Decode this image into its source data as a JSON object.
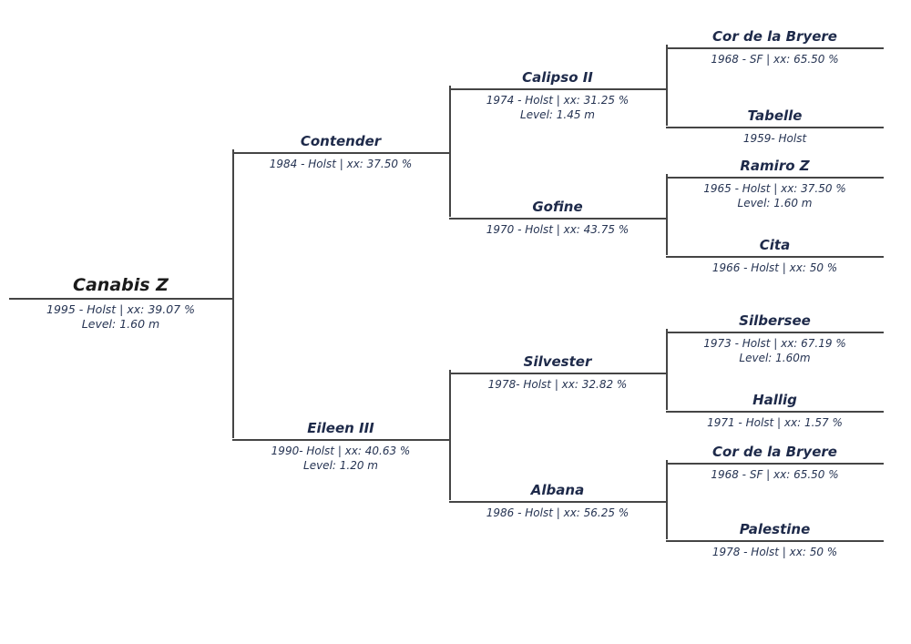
{
  "diagram": {
    "type": "pedigree-tree",
    "subject": "Canabis Z",
    "generations": 4,
    "colors": {
      "background": "#ffffff",
      "line": "#454545",
      "root_name": "#1b1b1b",
      "ancestor_name": "#1e2a4a",
      "details_text": "#263453"
    }
  },
  "nodes": [
    {
      "name": "Canabis Z",
      "generation": 1,
      "relation": "subject",
      "details": [
        "1995 -  Holst | xx: 39.07 %",
        "Level: 1.60 m"
      ]
    },
    {
      "name": "Contender",
      "generation": 2,
      "relation": "sire",
      "details": [
        "1984 - Holst | xx: 37.50 %"
      ]
    },
    {
      "name": "Eileen III",
      "generation": 2,
      "relation": "dam",
      "details": [
        "1990- Holst | xx: 40.63 %",
        "Level: 1.20 m"
      ]
    },
    {
      "name": "Calipso II",
      "generation": 3,
      "relation": "sire-of-sire",
      "details": [
        "1974 - Holst | xx: 31.25 %",
        "Level: 1.45 m"
      ]
    },
    {
      "name": "Gofine",
      "generation": 3,
      "relation": "dam-of-sire",
      "details": [
        "1970 - Holst | xx: 43.75 %"
      ]
    },
    {
      "name": "Silvester",
      "generation": 3,
      "relation": "sire-of-dam",
      "details": [
        "1978- Holst | xx: 32.82 %"
      ]
    },
    {
      "name": "Albana",
      "generation": 3,
      "relation": "dam-of-dam",
      "details": [
        "1986 - Holst | xx: 56.25 %"
      ]
    },
    {
      "name": "Cor de la Bryere",
      "generation": 4,
      "relation": "sire-of-sire-of-sire",
      "details": [
        "1968 - SF | xx: 65.50 %"
      ]
    },
    {
      "name": "Tabelle",
      "generation": 4,
      "relation": "dam-of-sire-of-sire",
      "details": [
        "1959- Holst"
      ]
    },
    {
      "name": "Ramiro Z",
      "generation": 4,
      "relation": "sire-of-dam-of-sire",
      "details": [
        "1965 - Holst | xx: 37.50 %",
        "Level: 1.60 m"
      ]
    },
    {
      "name": "Cita",
      "generation": 4,
      "relation": "dam-of-dam-of-sire",
      "details": [
        "1966 - Holst | xx: 50 %"
      ]
    },
    {
      "name": "Silbersee",
      "generation": 4,
      "relation": "sire-of-sire-of-dam",
      "details": [
        "1973 - Holst | xx: 67.19 %",
        "Level: 1.60m"
      ]
    },
    {
      "name": "Hallig",
      "generation": 4,
      "relation": "dam-of-sire-of-dam",
      "details": [
        "1971 - Holst | xx: 1.57 %"
      ]
    },
    {
      "name": "Cor de la Bryere",
      "generation": 4,
      "relation": "sire-of-dam-of-dam",
      "details": [
        "1968 - SF | xx: 65.50 %"
      ]
    },
    {
      "name": "Palestine",
      "generation": 4,
      "relation": "dam-of-dam-of-dam",
      "details": [
        "1978 - Holst | xx: 50 %"
      ]
    }
  ]
}
